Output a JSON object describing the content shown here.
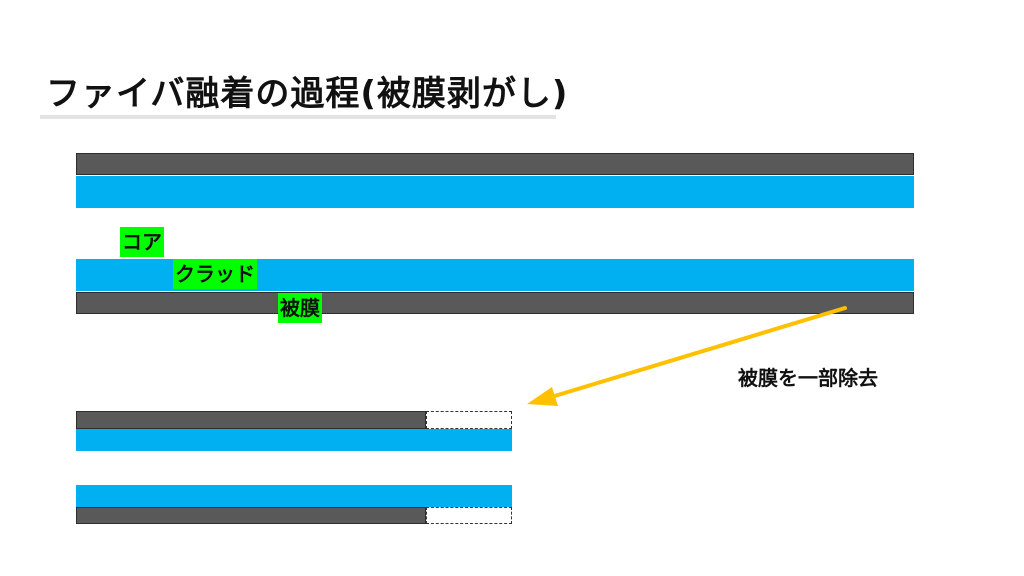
{
  "title": "ファイバ融着の過程(被膜剥がし)",
  "labels": {
    "core": "コア",
    "cladding": "クラッド",
    "coating": "被膜"
  },
  "annotation": "被膜を一部除去",
  "colors": {
    "coating": "#595959",
    "cladding": "#00b0f0",
    "label_highlight": "#00ff00",
    "arrow": "#ffc000"
  }
}
